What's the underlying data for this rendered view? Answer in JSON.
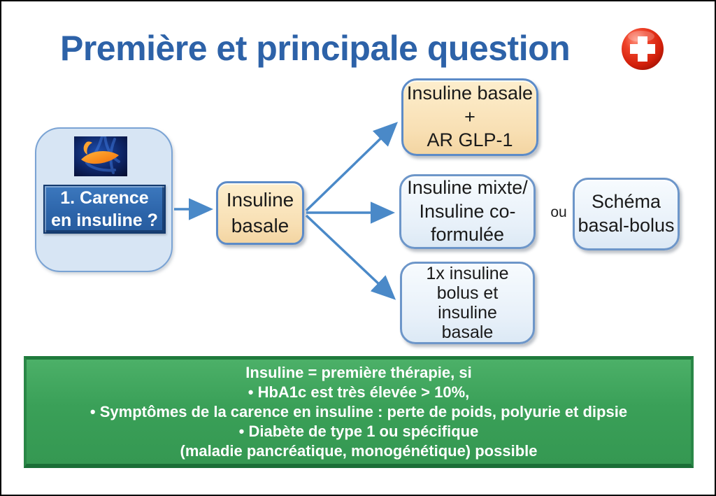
{
  "title": "Première et principale question",
  "flow": {
    "question": "1. Carence\nen insuline ?",
    "basal": "Insuline\nbasale",
    "options": [
      {
        "label": "Insuline basale\n+\nAR GLP-1"
      },
      {
        "label": "Insuline mixte/\nInsuline co-\nformulée"
      },
      {
        "label": "1x insuline\nbolus et\ninsuline\nbasale"
      }
    ],
    "or_label": "ou",
    "alternative": "Schéma\nbasal-bolus"
  },
  "banner": {
    "lines": [
      "Insuline = première thérapie, si",
      "• HbA1c est très élevée > 10%,",
      "• Symptômes de la carence en insuline : perte de poids, polyurie et dipsie",
      "• Diabète de type 1 ou spécifique",
      "(maladie pancréatique, monogénétique) possible"
    ]
  },
  "icons": {
    "top_right": "swiss-cross-icon",
    "panel_image": "pancreas-image"
  },
  "colors": {
    "title_blue": "#2d62a8",
    "arrow_blue": "#4a89c8",
    "tan_box": "#f8dfb3",
    "light_blue_box": "#e7f0f9",
    "panel_blue": "#d7e5f4",
    "button_blue": "#2f6bb3",
    "banner_green": "#3aa058",
    "banner_border_green": "#1f7a3c",
    "cross_red": "#d92b14"
  }
}
